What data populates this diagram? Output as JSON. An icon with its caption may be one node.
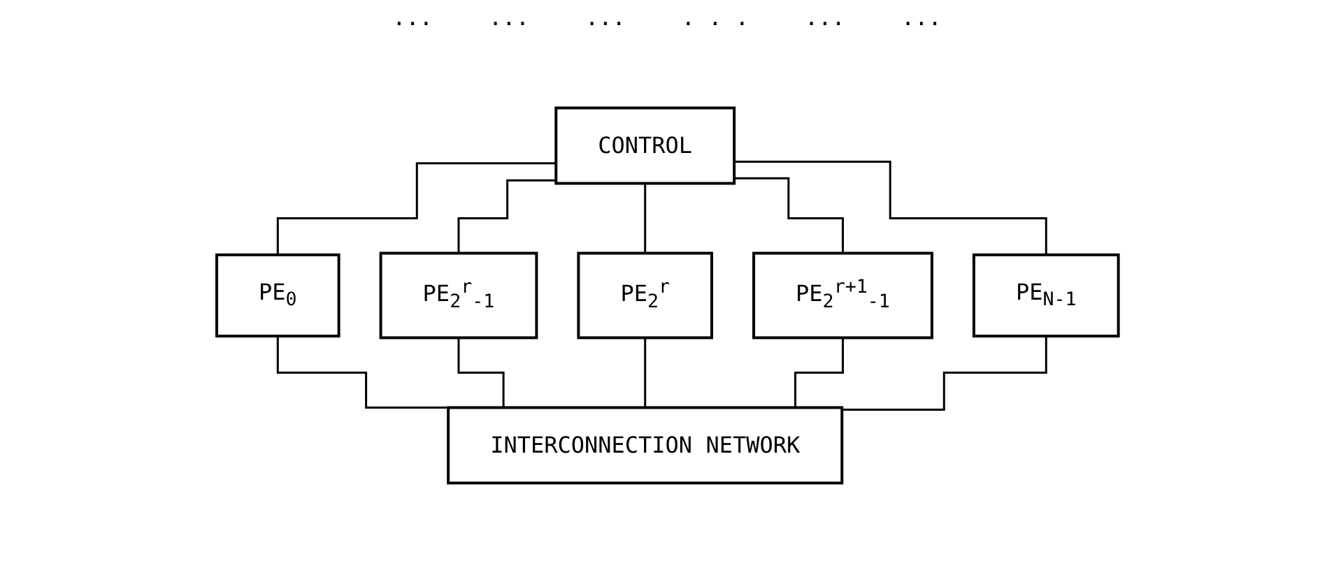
{
  "diagram": {
    "nodes": [
      {
        "text": [
          "CONTROL"
        ]
      },
      {
        "text": [
          "PE$_{0}$"
        ]
      },
      {
        "text": [
          "PE$_{2}$$^{r}$$_{-1}$"
        ]
      },
      {
        "text": [
          "PE$_{2}$$^{r}$"
        ]
      },
      {
        "text": [
          "PE$_{2}$$^{r+1}$$_{-1}$"
        ]
      },
      {
        "text": [
          "PE$_{N-1}$"
        ]
      },
      {
        "text": [
          "INTERCONNECTION NETWORK"
        ]
      }
    ],
    "edges": [
      {
        "from": 0,
        "to": 1,
        "arrow": "none"
      },
      {
        "from": 0,
        "to": 2,
        "arrow": "none"
      },
      {
        "from": 0,
        "to": 3,
        "arrow": "none"
      },
      {
        "from": 0,
        "to": 4,
        "arrow": "none"
      },
      {
        "from": 0,
        "to": 5,
        "arrow": "none"
      },
      {
        "from": 1,
        "to": 6,
        "arrow": "none"
      },
      {
        "from": 2,
        "to": 6,
        "arrow": "none"
      },
      {
        "from": 3,
        "to": 6,
        "arrow": "none"
      },
      {
        "from": 4,
        "to": 6,
        "arrow": "none"
      },
      {
        "from": 5,
        "to": 6,
        "arrow": "none"
      }
    ],
    "labels": [
      "...",
      "...",
      "...",
      ". . .",
      "...",
      "..."
    ]
  }
}
